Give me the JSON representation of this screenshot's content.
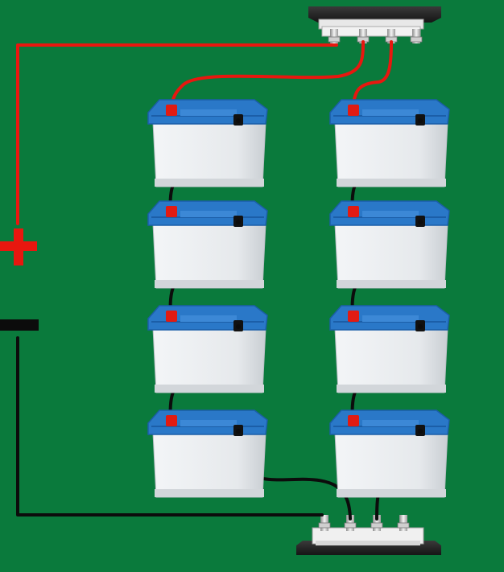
{
  "diagram": {
    "background": "#0a7a3c",
    "wire_colors": {
      "positive": "#e8170f",
      "negative": "#0c0c0c"
    },
    "battery_colors": {
      "top": "#2a78c8",
      "top_dark": "#1b5ea8",
      "body": "#e9ecef",
      "positive_terminal": "#e11b12",
      "negative_terminal": "#111111"
    },
    "polarity_symbols": {
      "positive": "+",
      "negative": "−"
    },
    "battery_strings": [
      {
        "name": "left-string",
        "count": 4
      },
      {
        "name": "right-string",
        "count": 4
      }
    ],
    "bus_bars": [
      {
        "name": "positive-bus-bar",
        "terminals": 4
      },
      {
        "name": "negative-bus-bar",
        "terminals": 4
      }
    ]
  }
}
